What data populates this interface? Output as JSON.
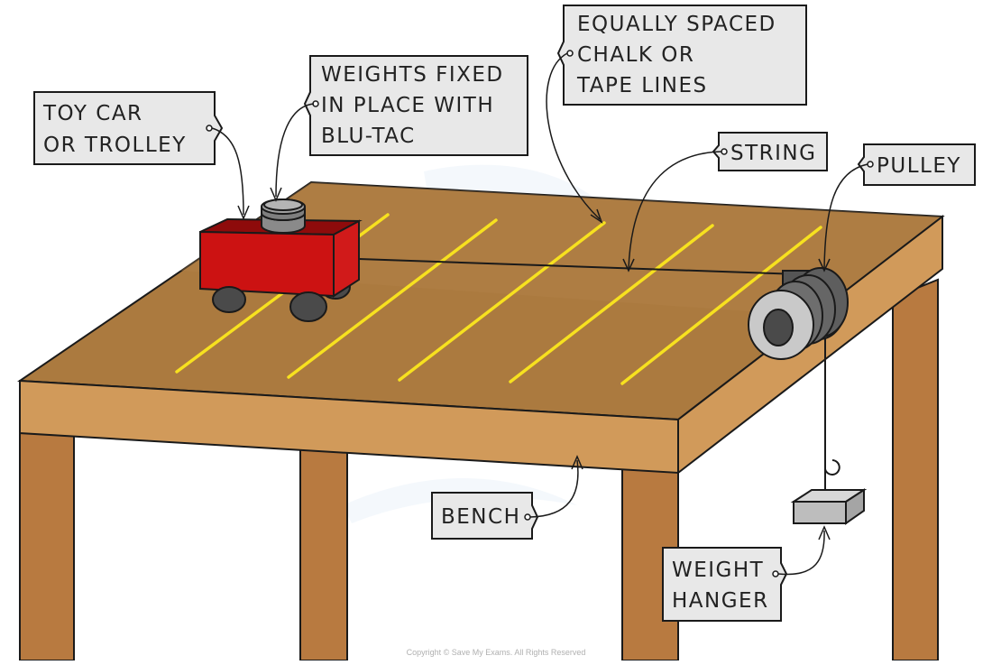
{
  "colors": {
    "bench_top": "#ab7a3f",
    "bench_edge": "#d19a5a",
    "bench_legs": "#b87a40",
    "lines": "#f7e11f",
    "car_body": "#cc1212",
    "wheels": "#4a4a4a",
    "pulley": "#5e5e5e",
    "label_fill": "#e8e8e8",
    "outline": "#1a1a1a"
  },
  "labels": {
    "toy_car": [
      "TOY CAR",
      "OR TROLLEY"
    ],
    "weights": [
      "WEIGHTS FIXED",
      "IN PLACE WITH",
      "BLU-TAC"
    ],
    "lines": [
      "EQUALLY SPACED",
      "CHALK OR",
      "TAPE LINES"
    ],
    "string": [
      "STRING"
    ],
    "pulley": [
      "PULLEY"
    ],
    "bench": [
      "BENCH"
    ],
    "weight_hanger": [
      "WEIGHT",
      "HANGER"
    ]
  },
  "copyright": "Copyright © Save My Exams. All Rights Reserved"
}
